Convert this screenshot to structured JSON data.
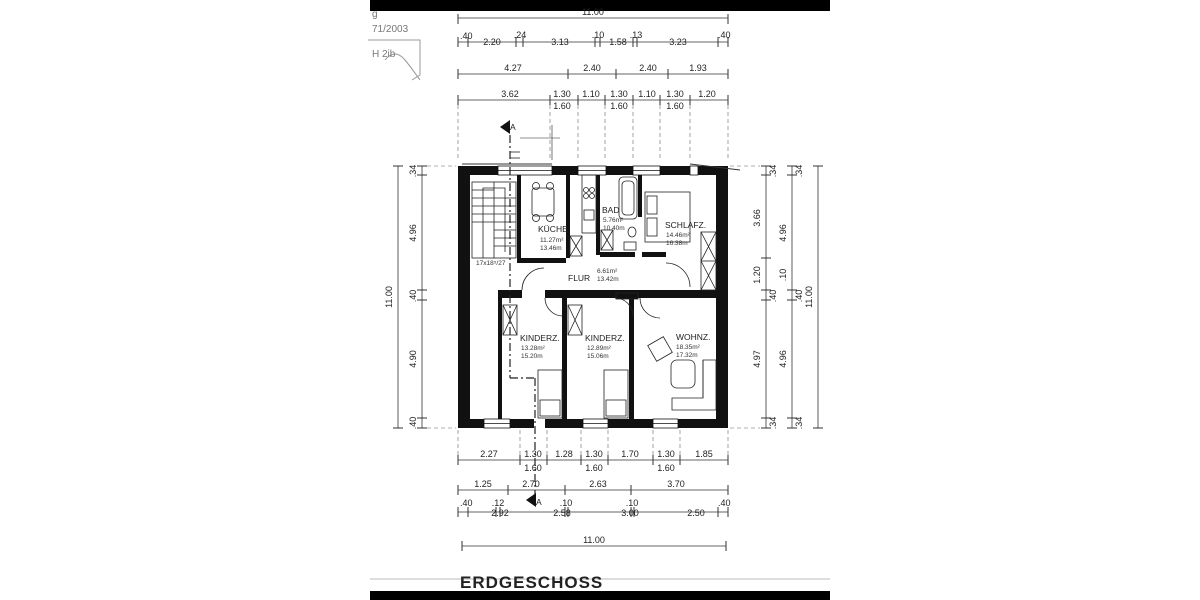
{
  "stamp": {
    "line1": "g",
    "line2": "71/2003",
    "line3": "H 2ib"
  },
  "title": "ERDGESCHOSS",
  "rooms": {
    "kueche": {
      "name": "KÜCHE",
      "area1": "11.27m²",
      "area2": "13.46m"
    },
    "bad": {
      "name": "BAD",
      "area1": "5.76m²",
      "area2": "10.40m"
    },
    "schlafz": {
      "name": "SCHLAFZ.",
      "area1": "14.46m²",
      "area2": "16.38m"
    },
    "flur": {
      "name": "FLUR",
      "area1": "6.61m²",
      "area2": "13.42m"
    },
    "kinderz1": {
      "name": "KINDERZ.",
      "area1": "13.28m²",
      "area2": "15.20m"
    },
    "kinderz2": {
      "name": "KINDERZ.",
      "area1": "12.89m²",
      "area2": "15.06m"
    },
    "wohnz": {
      "name": "WOHNZ.",
      "area1": "18.35m²",
      "area2": "17.32m"
    }
  },
  "stair_label": "17x18⁵/27",
  "section_mark": "A",
  "dims": {
    "top_total": "11.00",
    "top_row1": [
      ".40",
      "2.20",
      ".24",
      "3.13",
      ".10",
      "1.58",
      ".13",
      "3.23",
      ".40"
    ],
    "top_row2": [
      "4.27",
      "2.40",
      "2.40",
      "1.93"
    ],
    "top_row3": [
      "3.62",
      "1.30",
      "1.10",
      "1.30",
      "1.10",
      "1.30",
      "1.20"
    ],
    "top_row3b": [
      "1.60",
      "1.60",
      "1.60"
    ],
    "bottom_row1": [
      "2.27",
      "1.30",
      "1.28",
      "1.30",
      "1.70",
      "1.30",
      "1.85"
    ],
    "bottom_row1b": [
      "1.60",
      "1.60",
      "1.60"
    ],
    "bottom_row2": [
      "1.25",
      "2.70",
      "2.63",
      "3.70"
    ],
    "bottom_row3": [
      ".40",
      ".12",
      ".10",
      ".10",
      ".40"
    ],
    "bottom_row3b": [
      "2.92",
      "2.58",
      "3.00",
      "2.50"
    ],
    "bottom_total": "11.00",
    "left_total": "11.00",
    "left": [
      ".34",
      "4.96",
      ".40",
      "4.90",
      ".40"
    ],
    "right_a": [
      ".34",
      "3.66",
      "1.20",
      ".40",
      "4.97",
      ".34"
    ],
    "right_b": [
      ".34",
      "4.96",
      ".10",
      ".40",
      "4.96",
      ".34"
    ],
    "right_total": "11.00"
  }
}
